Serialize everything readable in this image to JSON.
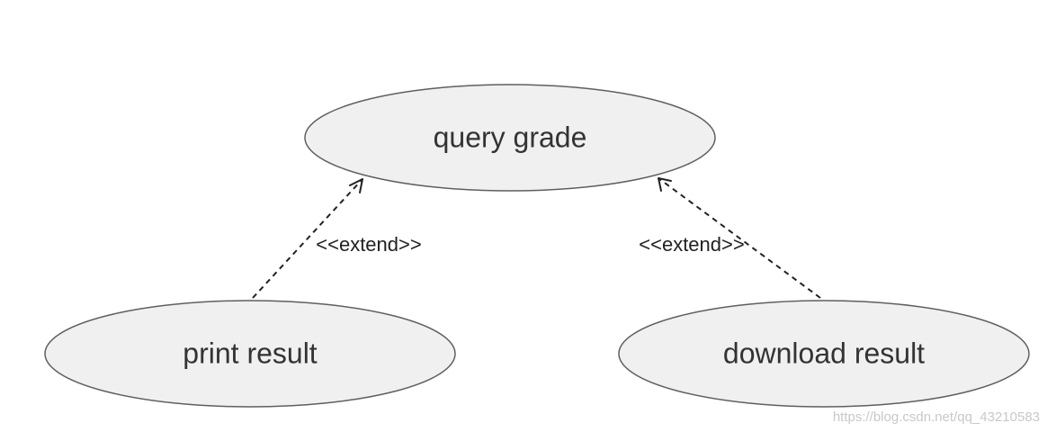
{
  "use_cases": {
    "query_grade": "query grade",
    "print_result": "print result",
    "download_result": "download result"
  },
  "relations": {
    "print_extend_label": "<<extend>>",
    "download_extend_label": "<<extend>>"
  },
  "watermark": "https://blog.csdn.net/qq_43210583",
  "colors": {
    "usecase_fill": "#f0f0f0",
    "usecase_stroke": "#5f5f5f",
    "line": "#222222",
    "text": "#333333"
  }
}
